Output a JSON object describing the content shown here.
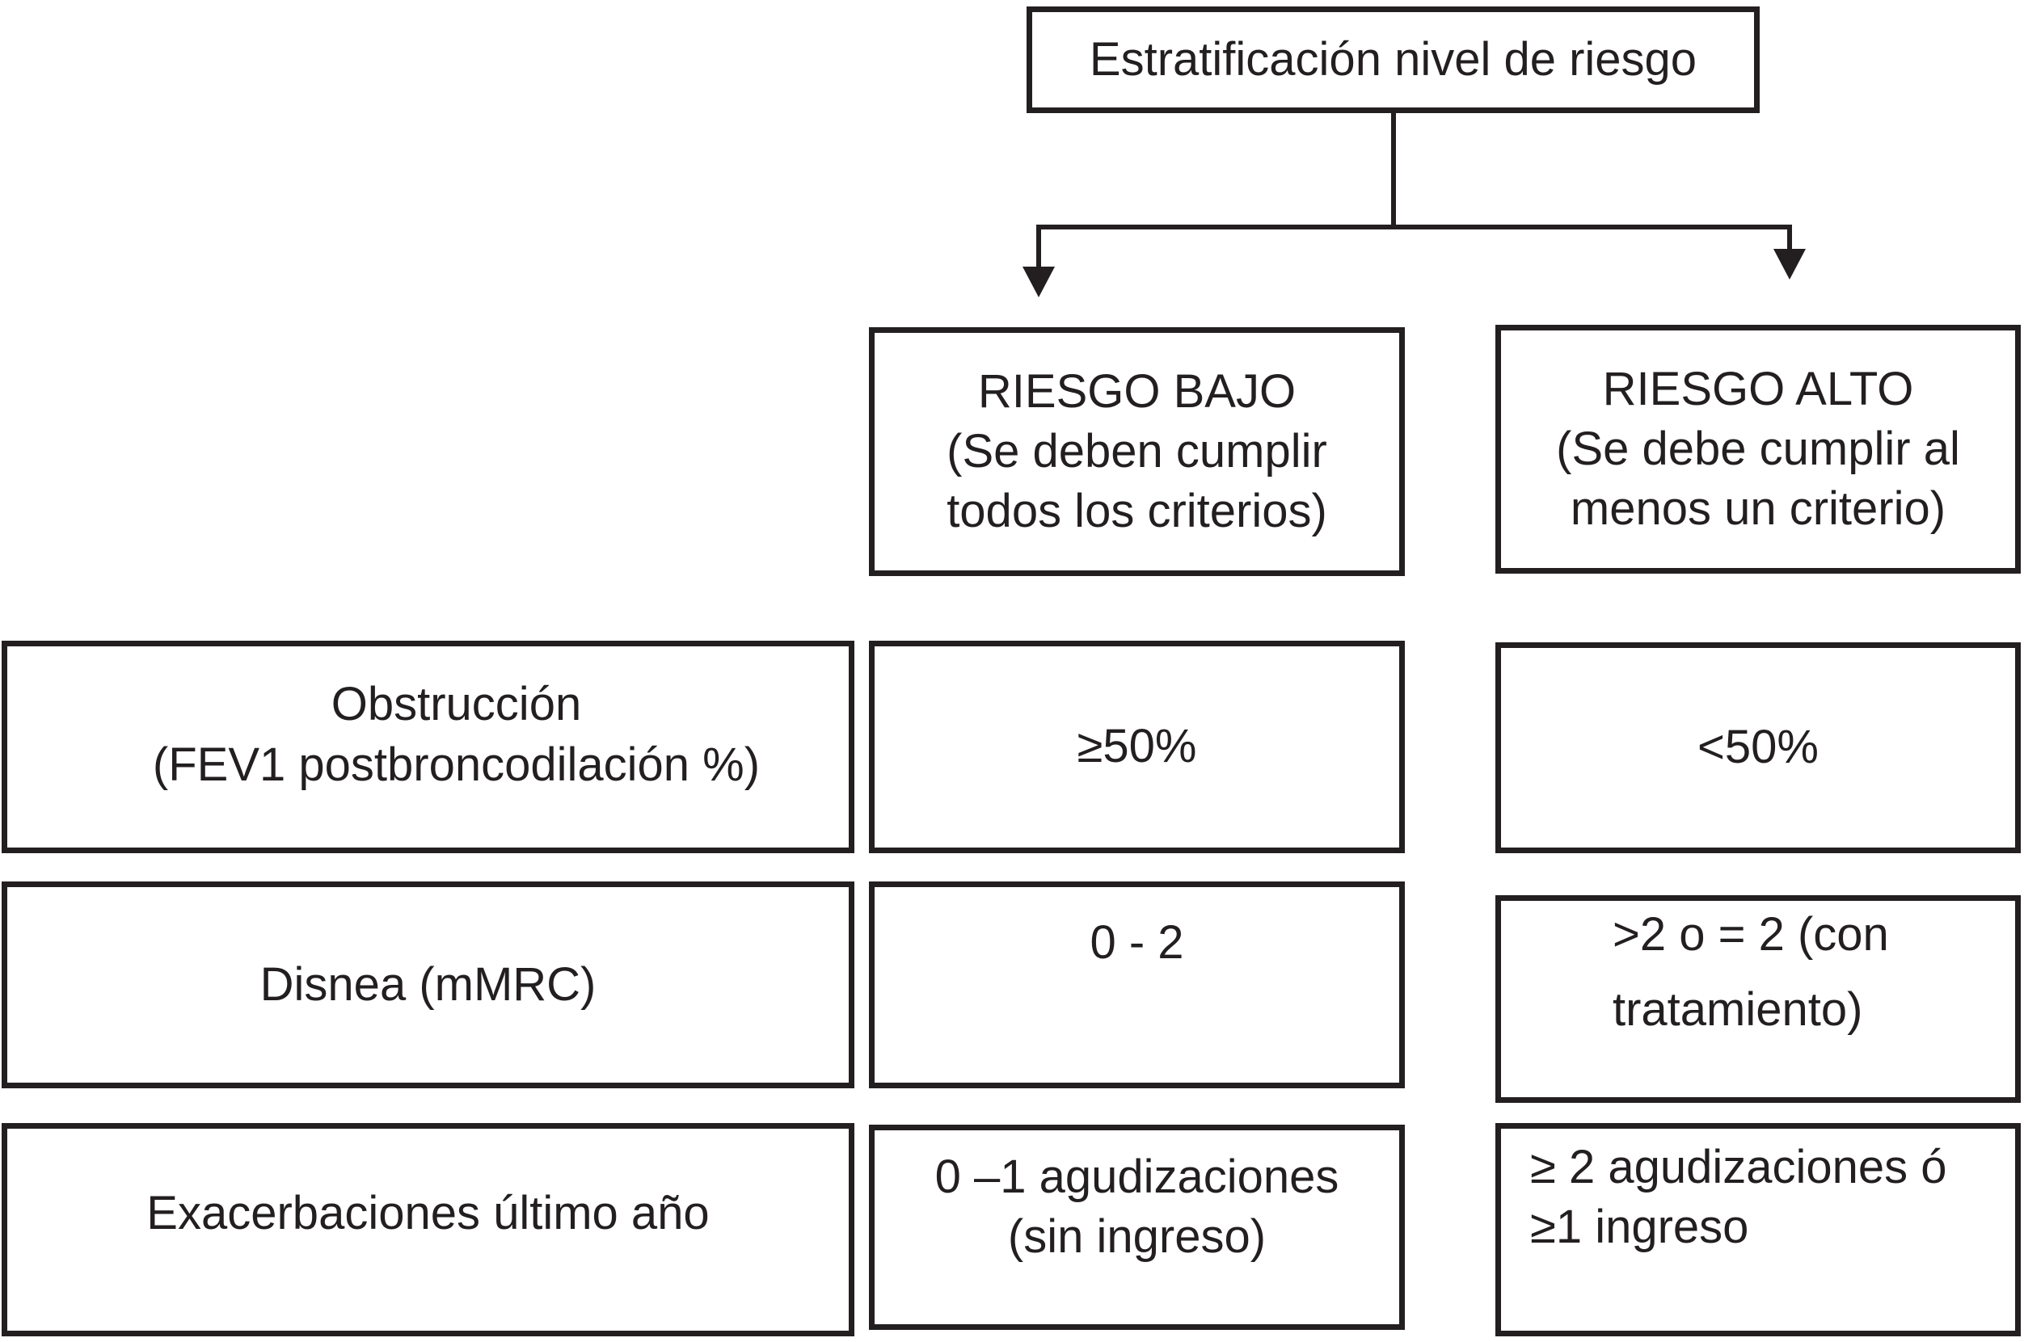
{
  "diagram": {
    "root": "Estratificación nivel de riesgo",
    "branches": {
      "low": "RIESGO BAJO\n(Se deben cumplir\ntodos los criterios)",
      "high": "RIESGO ALTO\n(Se debe cumplir al\nmenos un criterio)"
    },
    "rows": [
      {
        "criterion": "Obstrucción\n(FEV1 postbroncodilación %)",
        "low": "≥50%",
        "high": "<50%"
      },
      {
        "criterion": "Disnea (mMRC)",
        "low": "0 - 2",
        "high": ">2 o = 2 (con\ntratamiento)"
      },
      {
        "criterion": "Exacerbaciones último año",
        "low": "0 –1 agudizaciones\n(sin ingreso)",
        "high": "≥ 2 agudizaciones ó\n≥1 ingreso"
      }
    ]
  },
  "colors": {
    "ink": "#231f20",
    "line": "#231f20",
    "background": "#ffffff"
  }
}
